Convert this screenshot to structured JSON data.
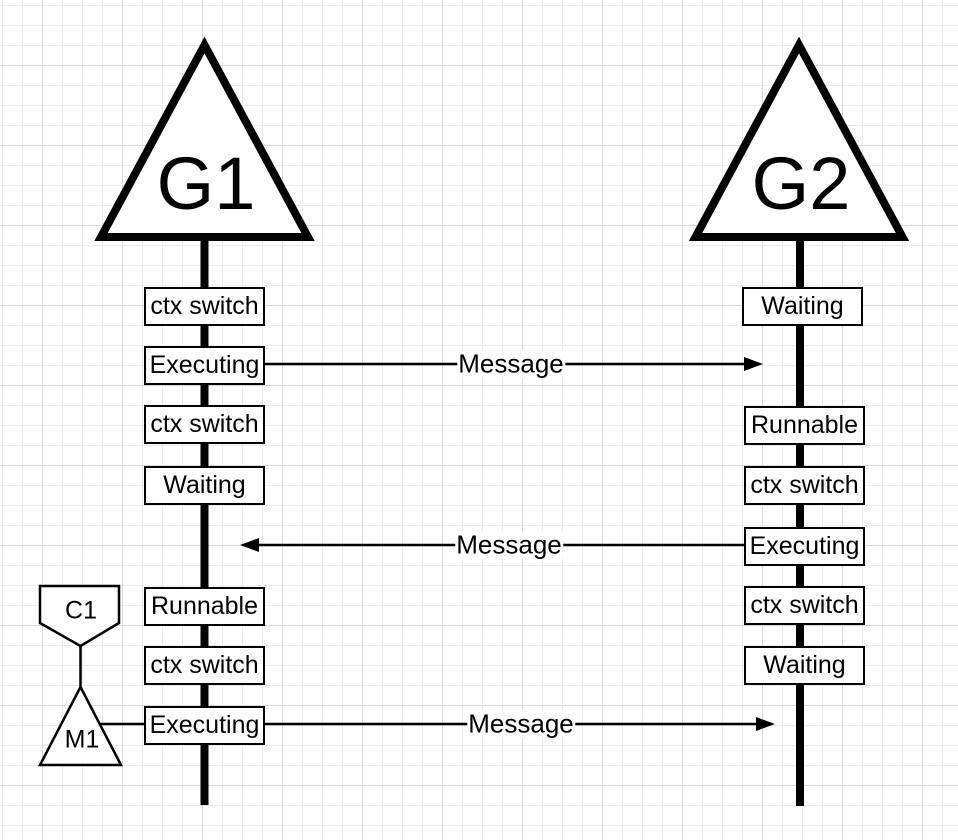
{
  "diagram": {
    "type": "goroutine-sequence-diagram"
  },
  "goroutines": [
    {
      "id": "g1",
      "label": "G1",
      "states": [
        "ctx switch",
        "Executing",
        "ctx switch",
        "Waiting",
        "Runnable",
        "ctx switch",
        "Executing"
      ]
    },
    {
      "id": "g2",
      "label": "G2",
      "states": [
        "Waiting",
        "Runnable",
        "ctx switch",
        "Executing",
        "ctx switch",
        "Waiting"
      ]
    }
  ],
  "messages": [
    {
      "label": "Message",
      "direction": "right",
      "from": "G1",
      "to": "G2"
    },
    {
      "label": "Message",
      "direction": "left",
      "from": "G2",
      "to": "G1"
    },
    {
      "label": "Message",
      "direction": "right",
      "from": "G1",
      "to": "G2"
    }
  ],
  "satellites": {
    "c1_label": "C1",
    "m1_label": "M1"
  },
  "colors": {
    "stroke": "#000000",
    "fill": "#ffffff",
    "grid_minor": "#ececec",
    "grid_major": "#d9d9d9"
  }
}
